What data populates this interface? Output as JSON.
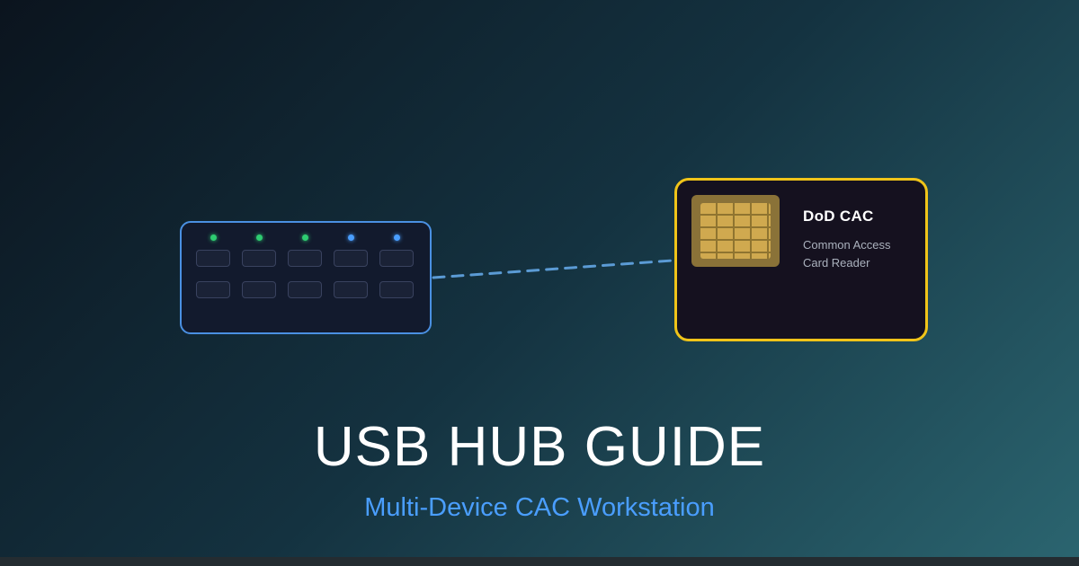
{
  "background": {
    "gradient_start": "#0b141e",
    "gradient_mid": "#143240",
    "gradient_end": "#2b6570",
    "bottom_strip": "#242c31"
  },
  "hub": {
    "border_color": "#4a90e2",
    "body_color": "#121a2d",
    "led_colors": [
      "#2ecc71",
      "#2ecc71",
      "#2ecc71",
      "#4a9eff",
      "#4a9eff"
    ],
    "rows": 2,
    "ports_per_row": 5
  },
  "connector": {
    "color": "#5b9bd5",
    "style": "dashed"
  },
  "card_reader": {
    "title": "DoD CAC",
    "subtitle_line1": "Common Access",
    "subtitle_line2": "Card Reader",
    "border_color": "#f0c419",
    "body_color": "#15111f",
    "chip_color": "#d0a94f"
  },
  "caption": {
    "title": "USB HUB GUIDE",
    "title_color": "#ffffff",
    "subtitle": "Multi-Device CAC Workstation",
    "subtitle_color": "#4a9eff"
  }
}
